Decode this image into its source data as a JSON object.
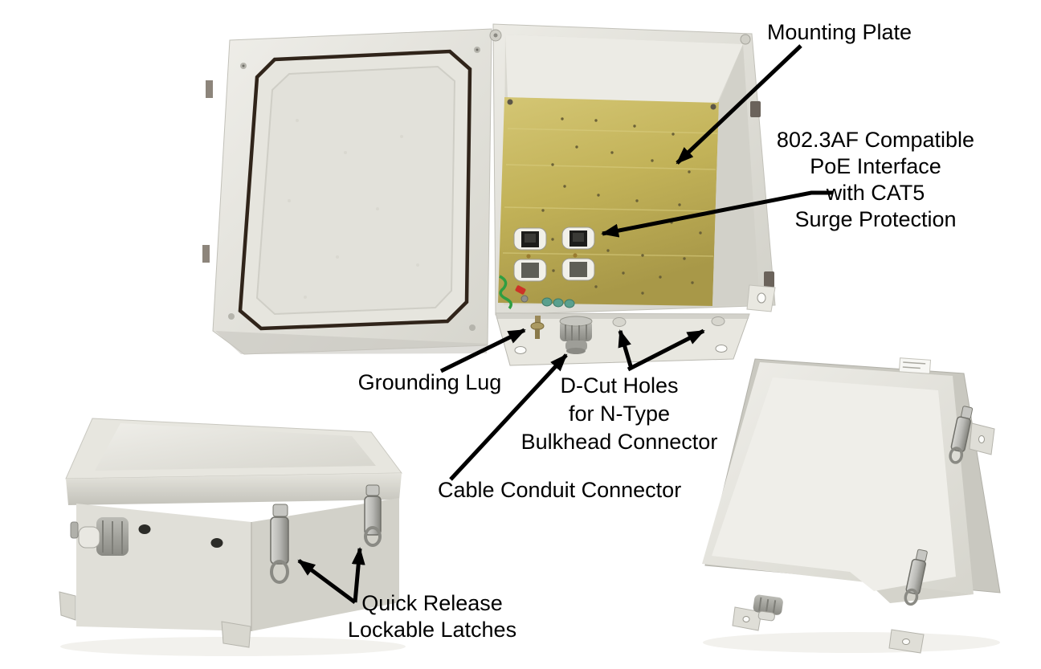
{
  "annotations": {
    "mounting_plate": {
      "label": "Mounting Plate"
    },
    "poe_interface": {
      "lines": [
        "802.3AF Compatible",
        "PoE Interface",
        "with CAT5",
        "Surge Protection"
      ]
    },
    "grounding_lug": {
      "label": "Grounding Lug"
    },
    "d_cut_holes": {
      "lines": [
        "D-Cut Holes",
        "for N-Type",
        "Bulkhead Connector"
      ]
    },
    "cable_conduit": {
      "label": "Cable Conduit Connector"
    },
    "quick_release_latches": {
      "lines": [
        "Quick Release",
        "Lockable Latches"
      ]
    }
  },
  "colors": {
    "background": "#ffffff",
    "annotation_text": "#000000",
    "arrow": "#000000",
    "enclosure_body": "#e4e3dc",
    "enclosure_shadow": "#c8c7bf",
    "mounting_plate_gold": "#c4b45c",
    "gasket_seal": "#30241a",
    "latch_metal": "#b4b4b0",
    "rj45_jack": "#1d1d1b",
    "ground_wire_green": "#2f9e42"
  }
}
